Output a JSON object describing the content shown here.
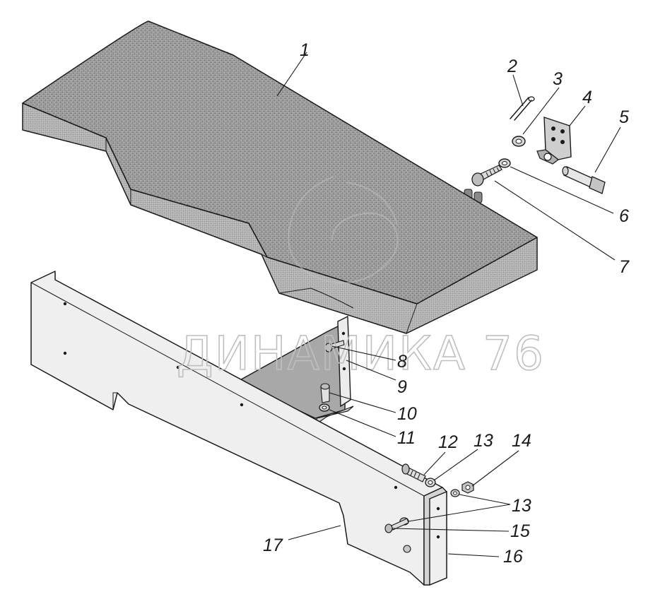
{
  "watermark": "ДИНАМИКА 76",
  "callouts": {
    "c1": "1",
    "c2": "2",
    "c3": "3",
    "c4": "4",
    "c5": "5",
    "c6": "6",
    "c7": "7",
    "c8": "8",
    "c9": "9",
    "c10": "10",
    "c11": "11",
    "c12": "12",
    "c13a": "13",
    "c14": "14",
    "c13b": "13",
    "c15": "15",
    "c16": "16",
    "c17": "17"
  },
  "colors": {
    "line": "#1a1a1a",
    "cushion_top": "#9b9b9b",
    "cushion_side": "#b7b7b7",
    "panel": "#ededed",
    "bracket": "#a8a8a8",
    "watermark": "#bfbfbf"
  }
}
